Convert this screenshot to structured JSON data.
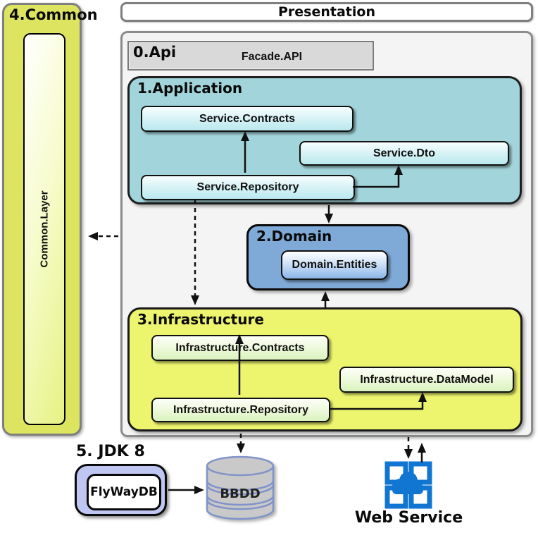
{
  "colors": {
    "common_fill": "#dde45f",
    "application_fill": "#a2d5db",
    "domain_fill": "#7fa9d6",
    "infrastructure_fill": "#edf56e",
    "jdk_fill": "#bfc6f2",
    "api_fill": "#d9d9d9",
    "container_fill": "#f4f4f4",
    "web_service_blue": "#1176d2",
    "database_fill": "#c9c9c9",
    "database_stroke": "#8193c9",
    "arrow_color": "#111111"
  },
  "common": {
    "title": "4.Common",
    "layer_label": "Common.Layer"
  },
  "presentation": {
    "title": "Presentation"
  },
  "api": {
    "title": "0.Api",
    "facade_label": "Facade.API"
  },
  "application": {
    "title": "1.Application",
    "contracts": "Service.Contracts",
    "dto": "Service.Dto",
    "repository": "Service.Repository"
  },
  "domain": {
    "title": "2.Domain",
    "entities": "Domain.Entities"
  },
  "infrastructure": {
    "title": "3.Infrastructure",
    "contracts": "Infrastructure.Contracts",
    "datamodel": "Infrastructure.DataModel",
    "repository": "Infrastructure.Repository"
  },
  "jdk": {
    "title": "5. JDK 8",
    "flyway": "FlyWayDB"
  },
  "database": {
    "label": "BBDD"
  },
  "web_service": {
    "label": "Web Service"
  }
}
